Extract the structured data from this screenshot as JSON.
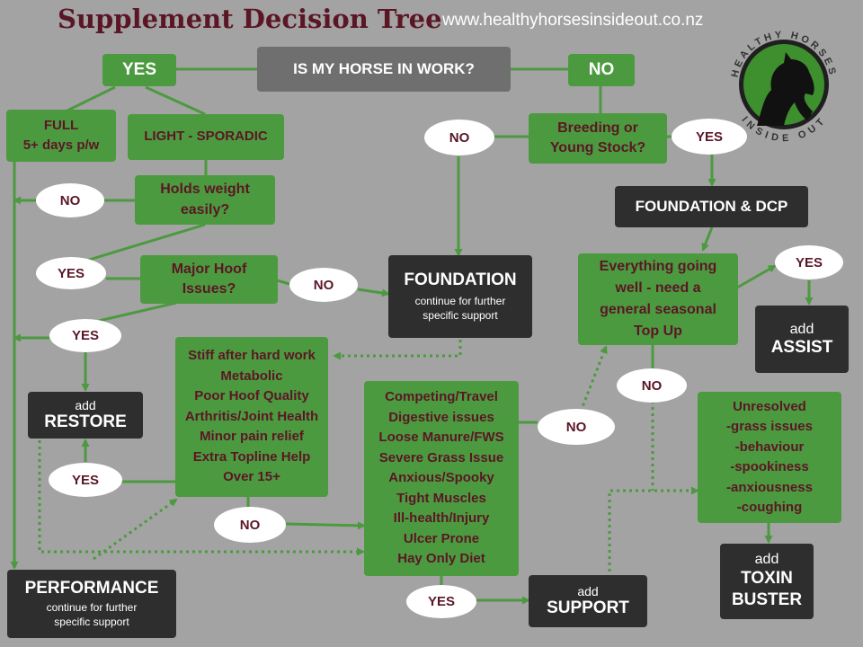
{
  "header": {
    "title": "Supplement Decision Tree",
    "website": "www.healthyhorsesinsideout.co.nz"
  },
  "logo": {
    "top_text": "HEALTHY HORSES",
    "bottom_text": "INSIDE OUT"
  },
  "colors": {
    "background": "#a3a3a3",
    "green": "#4c9a3f",
    "dark": "#2e2e2e",
    "maroon": "#5b1626"
  },
  "nodes": {
    "in_work": "IS MY HORSE IN WORK?",
    "yes_top": "YES",
    "no_top": "NO",
    "full": "FULL\n5+ days p/w",
    "light": "LIGHT - SPORADIC",
    "holds_weight": "Holds weight\neasily?",
    "hoof_issues": "Major Hoof\nIssues?",
    "breeding": "Breeding or\nYoung Stock?",
    "foundation_dcp": "FOUNDATION & DCP",
    "foundation_title": "FOUNDATION",
    "foundation_sub": "continue for further\nspecific support",
    "everything_well": "Everything going\nwell - need a\ngeneral seasonal\nTop Up",
    "assist_add": "add",
    "assist_name": "ASSIST",
    "restore_add": "add",
    "restore_name": "RESTORE",
    "stiff_list": "Stiff after hard work\nMetabolic\nPoor Hoof Quality\nArthritis/Joint Health\nMinor pain relief\nExtra Topline Help\nOver 15+",
    "competing_list": "Competing/Travel\nDigestive issues\nLoose Manure/FWS\nSevere Grass Issue\nAnxious/Spooky\nTight Muscles\nIll-health/Injury\nUlcer Prone\nHay Only Diet",
    "unresolved_list": "Unresolved\n-grass issues\n-behaviour\n-spookiness\n-anxiousness\n-coughing",
    "toxin_add": "add",
    "toxin_name": "TOXIN\nBUSTER",
    "performance_title": "PERFORMANCE",
    "performance_sub": "continue for further\nspecific support",
    "support_add": "add",
    "support_name": "SUPPORT"
  },
  "ovals": {
    "no_holds": "NO",
    "yes_holds": "YES",
    "no_hoof": "NO",
    "yes_hoof": "YES",
    "no_breeding": "NO",
    "yes_breeding": "YES",
    "yes_everything": "YES",
    "no_everything": "NO",
    "yes_restore": "YES",
    "no_stiff": "NO",
    "no_competing": "NO",
    "yes_support": "YES"
  }
}
